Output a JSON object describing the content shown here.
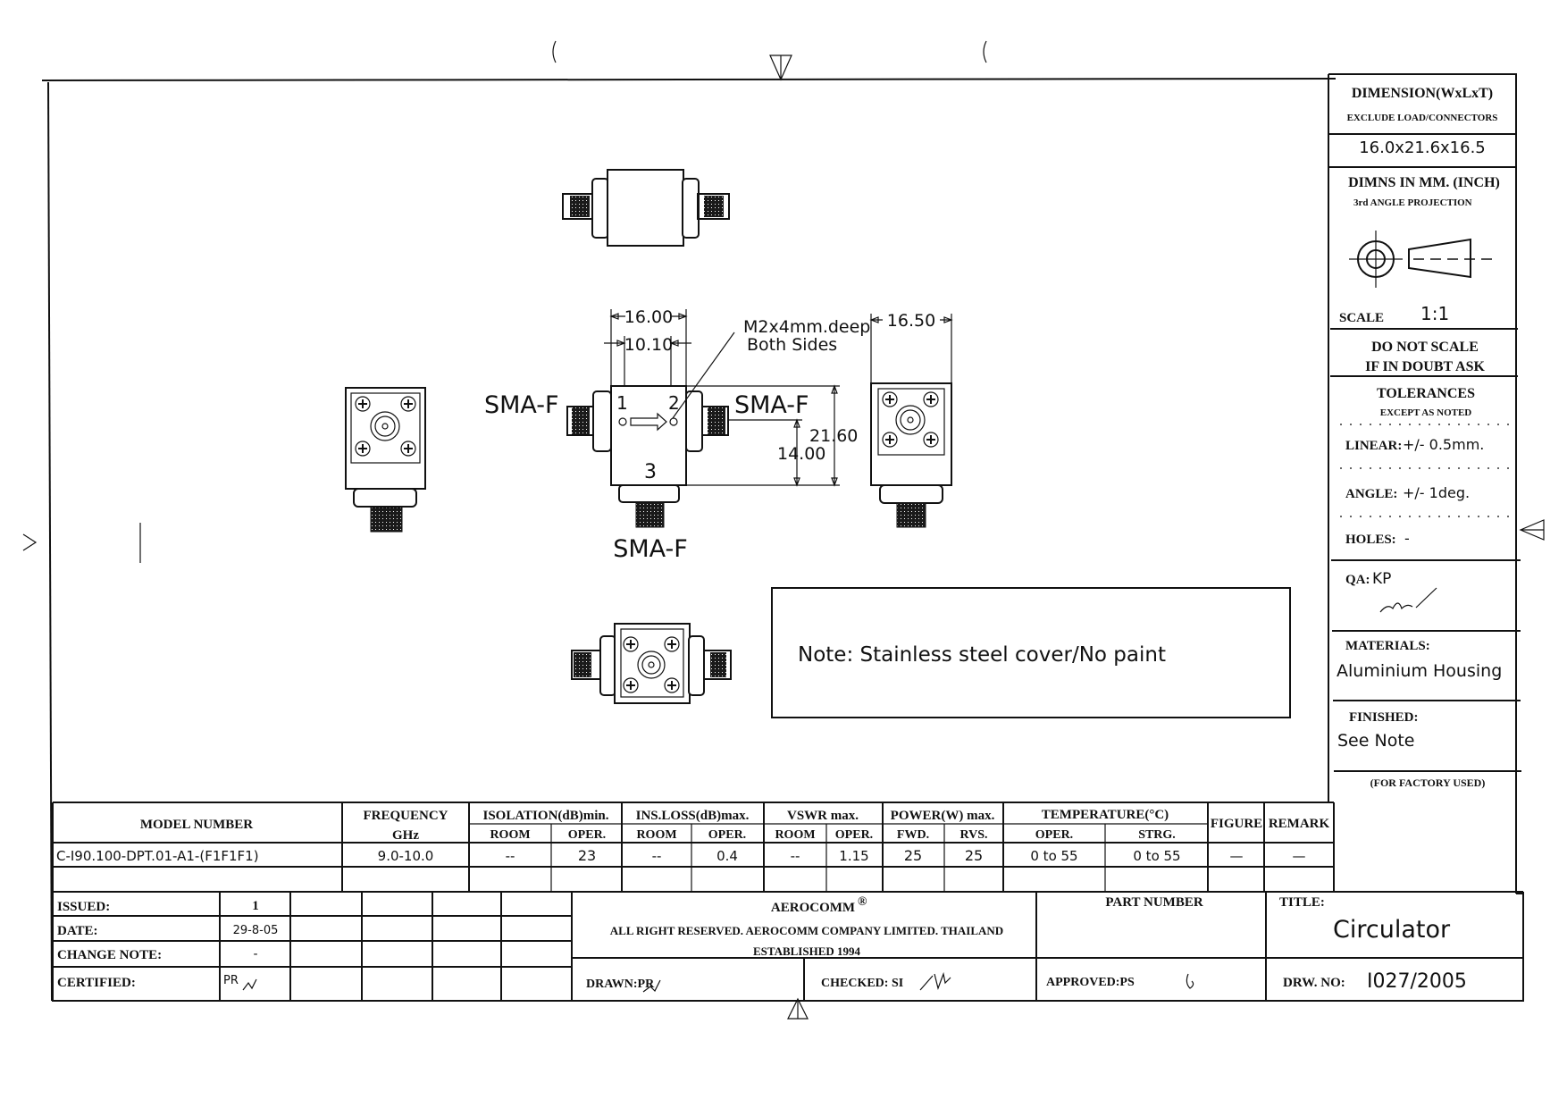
{
  "drawing": {
    "labels": {
      "sma_left": "SMA-F",
      "sma_right": "SMA-F",
      "sma_bottom": "SMA-F",
      "port1": "1",
      "port2": "2",
      "port3": "3",
      "dim_width": "16.00",
      "dim_hole_spacing": "10.10",
      "dim_thickness": "16.50",
      "dim_length": "21.60",
      "dim_port_height": "14.00",
      "thread_note_line1": "M2x4mm.deep",
      "thread_note_line2": "Both Sides"
    },
    "note": "Note: Stainless steel cover/No paint"
  },
  "info_panel": {
    "dimension_title": "DIMENSION(WxLxT)",
    "dimension_sub": "EXCLUDE LOAD/CONNECTORS",
    "dimension_value": "16.0x21.6x16.5",
    "units": "DIMNS IN MM. (INCH)",
    "projection": "3rd ANGLE PROJECTION",
    "scale_label": "SCALE",
    "scale_value": "1:1",
    "do_not_scale_1": "DO NOT SCALE",
    "do_not_scale_2": "IF IN DOUBT ASK",
    "tolerances_title": "TOLERANCES",
    "tolerances_sub": "EXCEPT AS NOTED",
    "linear_label": "LINEAR:",
    "linear_value": "+/-  0.5mm.",
    "angle_label": "ANGLE:",
    "angle_value": "+/-  1deg.",
    "holes_label": "HOLES:",
    "holes_value": "-",
    "qa_label": "QA:",
    "qa_value": "KP",
    "materials_label": "MATERIALS:",
    "materials_value": "Aluminium Housing",
    "finished_label": "FINISHED:",
    "finished_value": "See Note",
    "factory_label": "(FOR FACTORY USED)"
  },
  "spec_table": {
    "headers": {
      "model": "MODEL NUMBER",
      "frequency": "FREQUENCY",
      "frequency_unit": "GHz",
      "isolation": "ISOLATION(dB)min.",
      "ins_loss": "INS.LOSS(dB)max.",
      "vswr": "VSWR max.",
      "power": "POWER(W) max.",
      "temperature": "TEMPERATURE(°C)",
      "figure": "FIGURE",
      "remark": "REMARK",
      "room": "ROOM",
      "oper": "OPER.",
      "fwd": "FWD.",
      "rvs": "RVS.",
      "strg": "STRG."
    },
    "row": {
      "model": "C-I90.100-DPT.01-A1-(F1F1F1)",
      "frequency": "9.0-10.0",
      "isolation_room": "--",
      "isolation_oper": "23",
      "ins_loss_room": "--",
      "ins_loss_oper": "0.4",
      "vswr_room": "--",
      "vswr_oper": "1.15",
      "power_fwd": "25",
      "power_rvs": "25",
      "temp_oper": "0 to 55",
      "temp_strg": "0 to 55",
      "figure": "—",
      "remark": "—"
    }
  },
  "title_block": {
    "issued_label": "ISSUED:",
    "issued_value": "1",
    "date_label": "DATE:",
    "date_value": "29-8-05",
    "change_note_label": "CHANGE NOTE:",
    "change_note_value": "-",
    "certified_label": "CERTIFIED:",
    "certified_value": "PR",
    "company": "AEROCOMM",
    "company_mark": "®",
    "rights": "ALL RIGHT RESERVED. AEROCOMM COMPANY LIMITED. THAILAND",
    "established": "ESTABLISHED 1994",
    "drawn": "DRAWN:PR",
    "checked": "CHECKED: SI",
    "approved": "APPROVED:PS",
    "part_number_label": "PART NUMBER",
    "title_label": "TITLE:",
    "title_value": "Circulator",
    "drawing_no_label": "DRW. NO:",
    "drawing_no_value": "I027/2005"
  }
}
